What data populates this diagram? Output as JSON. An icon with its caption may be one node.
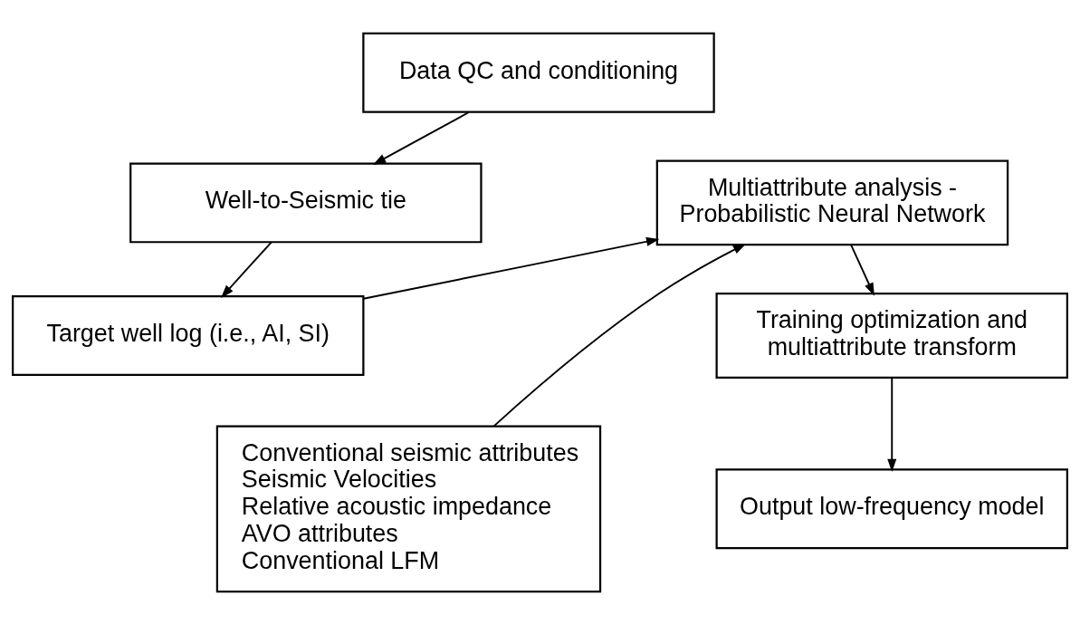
{
  "diagram": {
    "nodes": [
      {
        "text": [
          "Data QC and conditioning"
        ]
      },
      {
        "text": [
          "Well-to-Seismic tie"
        ]
      },
      {
        "text": [
          "Target well log (i.e., AI, SI)"
        ]
      },
      {
        "text": [
          "Conventional seismic attributes",
          "Seismic Velocities",
          "Relative acoustic impedance",
          "AVO attributes",
          "Conventional LFM"
        ]
      },
      {
        "text": [
          "Multiattribute analysis - Probabilistic Neural Network"
        ]
      },
      {
        "text": [
          "Training optimization and multiattribute transform"
        ]
      },
      {
        "text": [
          "Output low-frequency model"
        ]
      }
    ],
    "edges": [
      {
        "from": 0,
        "to": 1,
        "arrow": "to"
      },
      {
        "from": 1,
        "to": 2,
        "arrow": "to"
      },
      {
        "from": 2,
        "to": 4,
        "arrow": "to"
      },
      {
        "from": 3,
        "to": 4,
        "arrow": "to"
      },
      {
        "from": 4,
        "to": 5,
        "arrow": "to"
      },
      {
        "from": 5,
        "to": 6,
        "arrow": "to"
      }
    ]
  }
}
